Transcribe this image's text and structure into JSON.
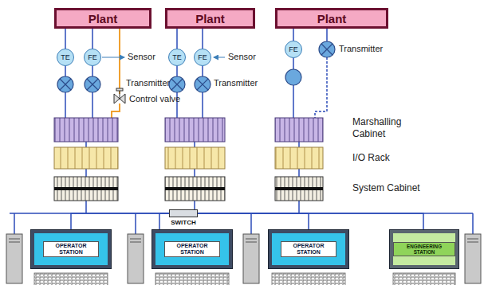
{
  "diagram": {
    "nodes": [
      {
        "text": [
          "Plant"
        ]
      },
      {
        "text": [
          "Plant"
        ]
      },
      {
        "text": [
          "Plant"
        ]
      },
      {
        "text": [
          "TE"
        ]
      },
      {
        "text": [
          "FE"
        ]
      },
      {
        "text": [
          "TE"
        ]
      },
      {
        "text": [
          "FE"
        ]
      },
      {
        "text": [
          "FE"
        ]
      },
      {
        "text": [
          "SWITCH"
        ]
      },
      {
        "text": [
          "OPERATOR STATION"
        ]
      },
      {
        "text": [
          "OPERATOR STATION"
        ]
      },
      {
        "text": [
          "OPERATOR STATION"
        ]
      },
      {
        "text": [
          "ENGINEERING STATION"
        ]
      }
    ],
    "edges": [
      {
        "from": 0,
        "to": 3,
        "arrow": "none"
      },
      {
        "from": 0,
        "to": 4,
        "arrow": "none"
      },
      {
        "from": 1,
        "to": 5,
        "arrow": "none"
      },
      {
        "from": 1,
        "to": 6,
        "arrow": "none"
      },
      {
        "from": 2,
        "to": 7,
        "arrow": "none"
      },
      {
        "from": 8,
        "to": 9,
        "arrow": "none"
      },
      {
        "from": 8,
        "to": 10,
        "arrow": "none"
      },
      {
        "from": 8,
        "to": 11,
        "arrow": "none"
      },
      {
        "from": 8,
        "to": 12,
        "arrow": "none"
      }
    ],
    "labels": [
      "Transmitter",
      "Sensor",
      "Sensor",
      "Transmitter",
      "Transmitter",
      "Control valve",
      "Marshalling Cabinet",
      "I/O Rack",
      "System Cabinet"
    ]
  }
}
